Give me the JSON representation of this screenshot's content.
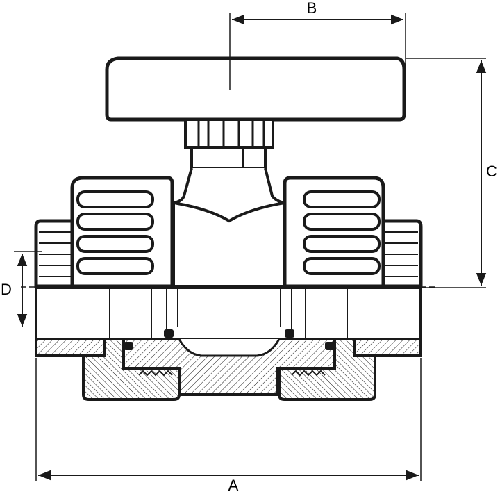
{
  "drawing": {
    "dimensions": {
      "a": "A",
      "b": "B",
      "c": "C",
      "d": "D"
    },
    "colors": {
      "line": "#1a1a1a",
      "fill": "#ffffff"
    }
  }
}
